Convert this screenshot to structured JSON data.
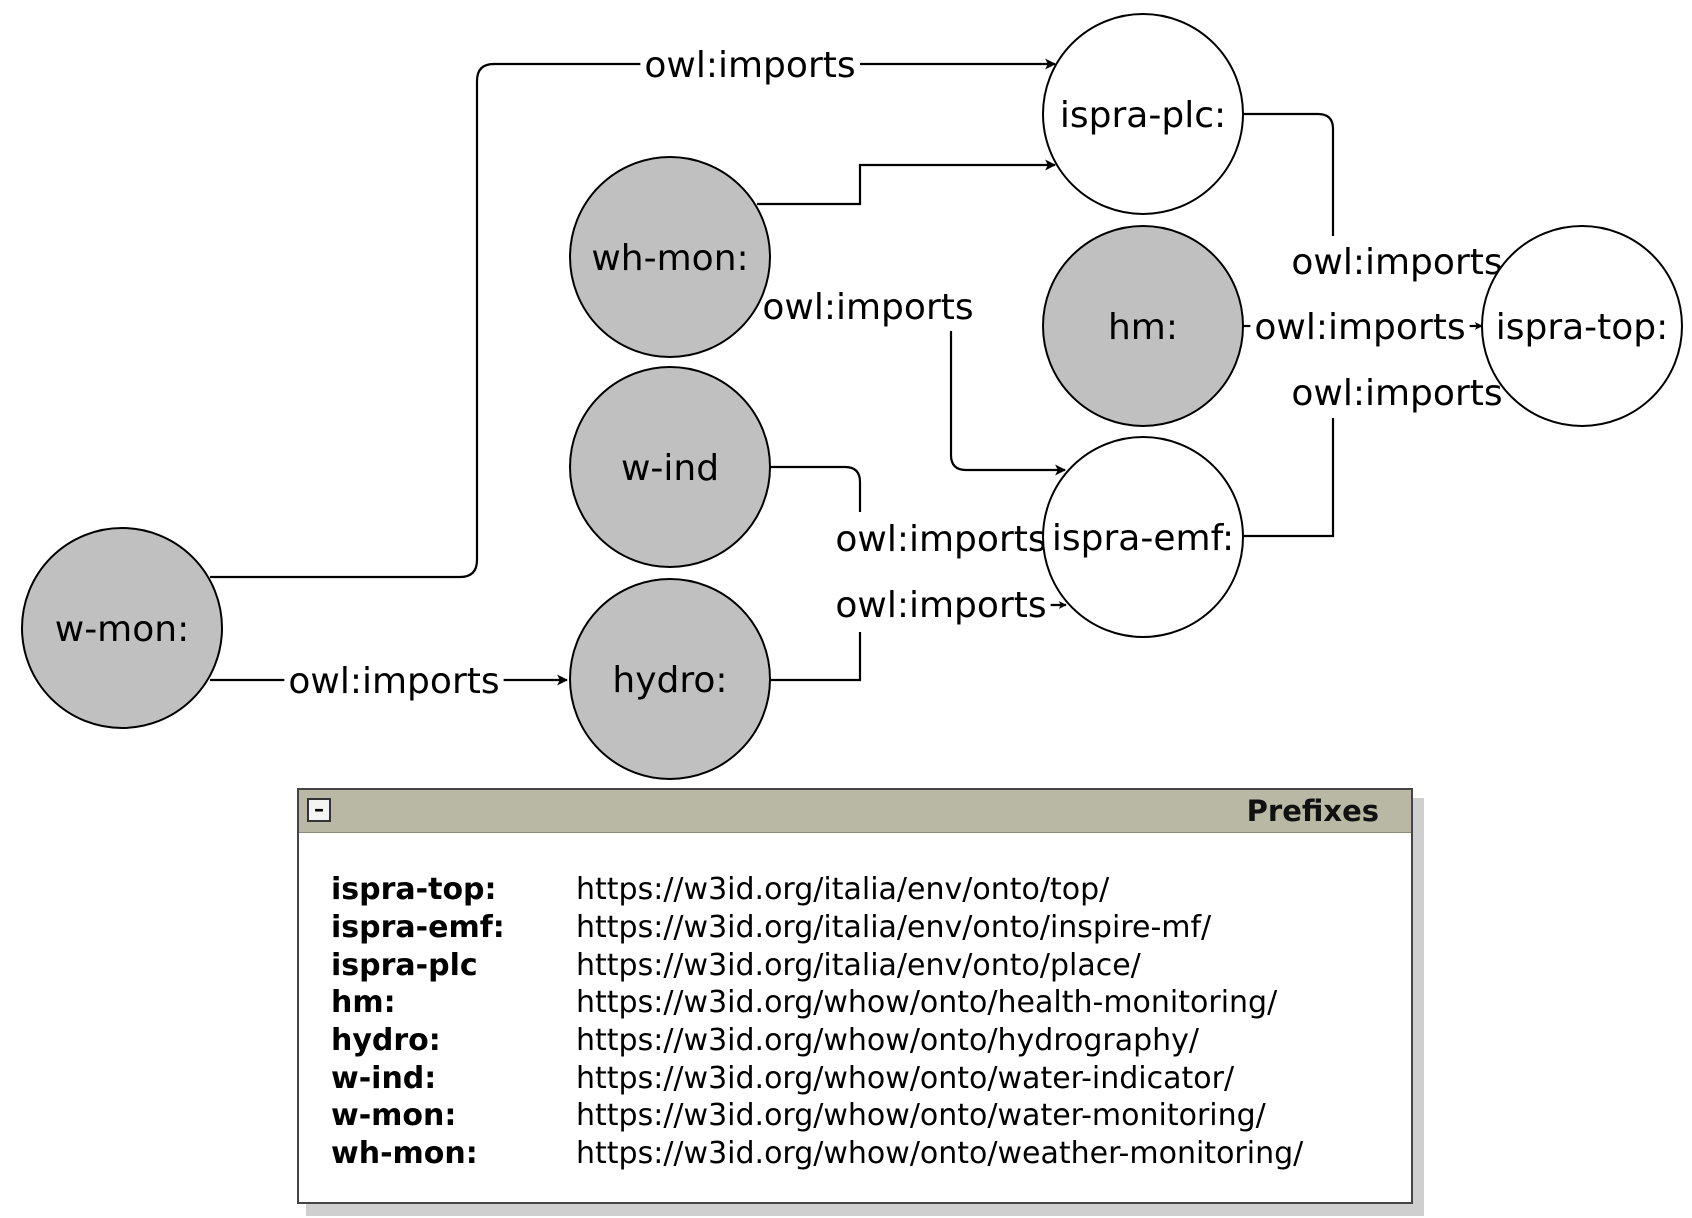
{
  "nodes": {
    "ispra_plc": {
      "label": "ispra-plc:",
      "imported": true
    },
    "wh_mon": {
      "label": "wh-mon:",
      "imported": false
    },
    "hm": {
      "label": "hm:",
      "imported": false
    },
    "ispra_top": {
      "label": "ispra-top:",
      "imported": true
    },
    "w_ind": {
      "label": "w-ind",
      "imported": false
    },
    "ispra_emf": {
      "label": "ispra-emf:",
      "imported": true
    },
    "w_mon": {
      "label": "w-mon:",
      "imported": false
    },
    "hydro": {
      "label": "hydro:",
      "imported": false
    }
  },
  "colors": {
    "local_node_fill": "#c0c0c0",
    "imported_node_fill": "#ffffff",
    "legend_header": "#b8b8a4"
  },
  "edges": {
    "wmon_ispraplc": {
      "label": "owl:imports",
      "from": "w-mon:",
      "to": "ispra-plc:"
    },
    "whmon_ispraemf": {
      "label": "owl:imports",
      "from": "wh-mon:",
      "to": "ispra-emf:"
    },
    "ispraplc_ispratop": {
      "label": "owl:imports",
      "from": "ispra-plc:",
      "to": "ispra-top:"
    },
    "hm_ispratop": {
      "label": "owl:imports",
      "from": "hm:",
      "to": "ispra-top:"
    },
    "ispraemf_ispratop": {
      "label": "owl:imports",
      "from": "ispra-emf:",
      "to": "ispra-top:"
    },
    "wind_ispraemf": {
      "label": "owl:imports",
      "from": "w-ind",
      "to": "ispra-emf:"
    },
    "hydro_ispraemf": {
      "label": "owl:imports",
      "from": "hydro:",
      "to": "ispra-emf:"
    },
    "wmon_hydro": {
      "label": "owl:imports",
      "from": "w-mon:",
      "to": "hydro:"
    }
  },
  "legend": {
    "title": "Prefixes",
    "toggle": "–",
    "rows": [
      {
        "prefix": "ispra-top:",
        "uri": "https://w3id.org/italia/env/onto/top/"
      },
      {
        "prefix": "ispra-emf:",
        "uri": "https://w3id.org/italia/env/onto/inspire-mf/"
      },
      {
        "prefix": "ispra-plc",
        "uri": "https://w3id.org/italia/env/onto/place/"
      },
      {
        "prefix": "hm:",
        "uri": "https://w3id.org/whow/onto/health-monitoring/"
      },
      {
        "prefix": "hydro:",
        "uri": "https://w3id.org/whow/onto/hydrography/"
      },
      {
        "prefix": "w-ind:",
        "uri": "https://w3id.org/whow/onto/water-indicator/"
      },
      {
        "prefix": "w-mon:",
        "uri": "https://w3id.org/whow/onto/water-monitoring/"
      },
      {
        "prefix": "wh-mon:",
        "uri": "https://w3id.org/whow/onto/weather-monitoring/"
      }
    ]
  }
}
